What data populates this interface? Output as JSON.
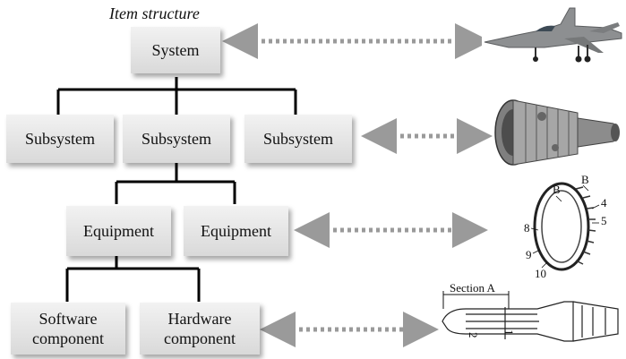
{
  "title": "Item structure",
  "levels": {
    "system": "System",
    "subsystem_1": "Subsystem",
    "subsystem_2": "Subsystem",
    "subsystem_3": "Subsystem",
    "equipment_1": "Equipment",
    "equipment_2": "Equipment",
    "software_component_line1": "Software",
    "software_component_line2": "component",
    "hardware_component_line1": "Hardware",
    "hardware_component_line2": "component"
  },
  "illustrations": {
    "aircraft": "fighter-jet-illustration",
    "engine": "jet-engine-illustration",
    "ring": "engine-ring-equipment-illustration",
    "part": "component-drawing-illustration"
  },
  "annotations": {
    "ring_labels": [
      "B",
      "B",
      "4",
      "5",
      "8",
      "9",
      "10"
    ],
    "section_label": "Section A",
    "part_labels": [
      "2",
      "1"
    ]
  },
  "colors": {
    "box_light": "#f2f2f2",
    "box_dark": "#d9d9d9",
    "arrow": "#9a9a9a",
    "connector": "#000000"
  }
}
